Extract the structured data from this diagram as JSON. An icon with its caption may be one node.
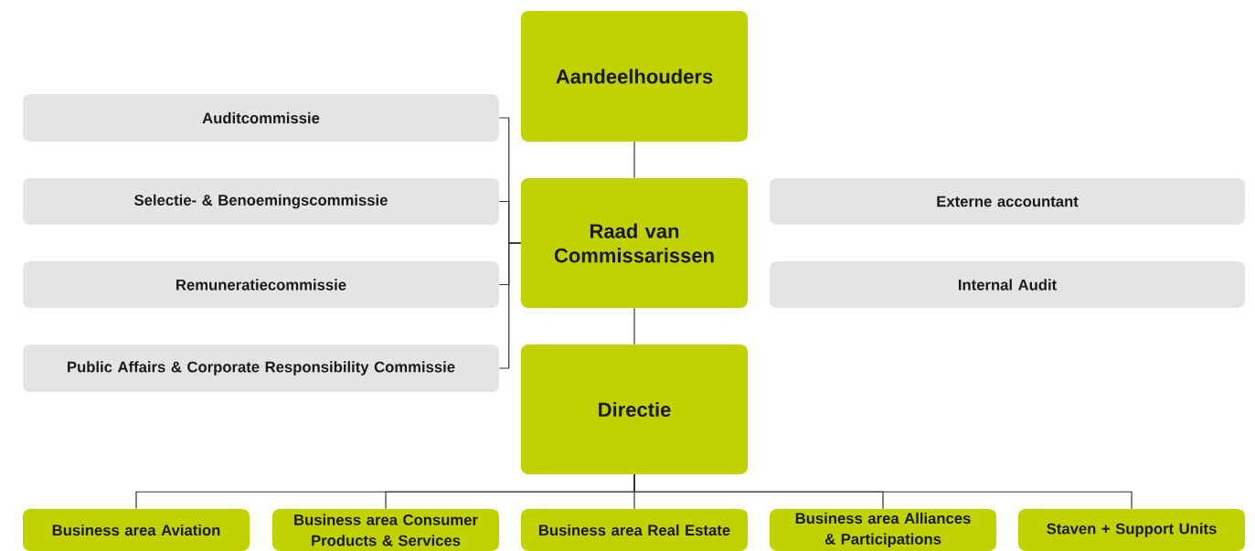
{
  "diagram": {
    "nodes": [
      {
        "text": [
          "Aandeelhouders"
        ]
      },
      {
        "text": [
          "Auditcommissie"
        ]
      },
      {
        "text": [
          "Selectie- & Benoemingscommissie"
        ]
      },
      {
        "text": [
          "Raad van Commissarissen"
        ]
      },
      {
        "text": [
          "Externe accountant"
        ]
      },
      {
        "text": [
          "Remuneratiecommissie"
        ]
      },
      {
        "text": [
          "Internal Audit"
        ]
      },
      {
        "text": [
          "Public Affairs & Corporate Responsibility Commissie"
        ]
      },
      {
        "text": [
          "Directie"
        ]
      },
      {
        "text": [
          "Business area Aviation"
        ]
      },
      {
        "text": [
          "Business area Consumer Products & Services"
        ]
      },
      {
        "text": [
          "Business area Real Estate"
        ]
      },
      {
        "text": [
          "Business area Alliances & Participations"
        ]
      },
      {
        "text": [
          "Staven + Support Units"
        ]
      }
    ],
    "edges": [
      {
        "from": 0,
        "to": 3,
        "arrow": "none"
      },
      {
        "from": 3,
        "to": 8,
        "arrow": "none"
      },
      {
        "from": 3,
        "to": 1,
        "arrow": "none"
      },
      {
        "from": 3,
        "to": 2,
        "arrow": "none"
      },
      {
        "from": 3,
        "to": 5,
        "arrow": "none"
      },
      {
        "from": 3,
        "to": 7,
        "arrow": "none"
      },
      {
        "from": 8,
        "to": 9,
        "arrow": "none"
      },
      {
        "from": 8,
        "to": 10,
        "arrow": "none"
      },
      {
        "from": 8,
        "to": 11,
        "arrow": "none"
      },
      {
        "from": 8,
        "to": 12,
        "arrow": "none"
      },
      {
        "from": 8,
        "to": 13,
        "arrow": "none"
      }
    ]
  }
}
